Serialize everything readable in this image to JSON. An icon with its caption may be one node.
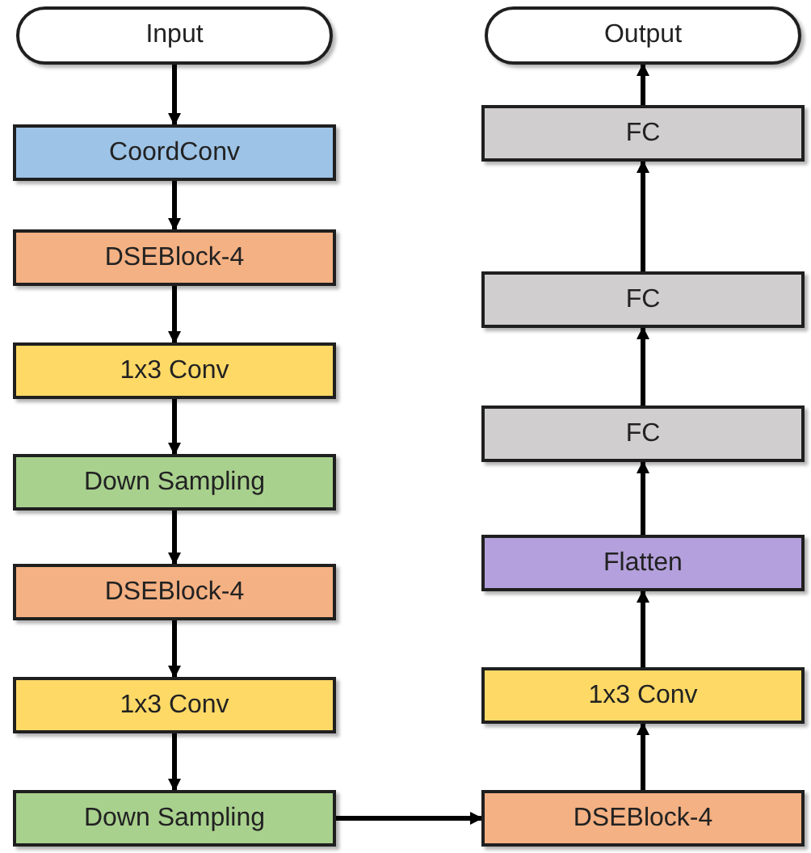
{
  "diagram": {
    "nodes": [
      {
        "text": [
          "Input"
        ]
      },
      {
        "text": [
          "CoordConv"
        ]
      },
      {
        "text": [
          "DSEBlock-4"
        ]
      },
      {
        "text": [
          "1x3 Conv"
        ]
      },
      {
        "text": [
          "Down Sampling"
        ]
      },
      {
        "text": [
          "DSEBlock-4"
        ]
      },
      {
        "text": [
          "1x3 Conv"
        ]
      },
      {
        "text": [
          "Down Sampling"
        ]
      },
      {
        "text": [
          "DSEBlock-4"
        ]
      },
      {
        "text": [
          "1x3 Conv"
        ]
      },
      {
        "text": [
          "Flatten"
        ]
      },
      {
        "text": [
          "FC"
        ]
      },
      {
        "text": [
          "FC"
        ]
      },
      {
        "text": [
          "FC"
        ]
      },
      {
        "text": [
          "Output"
        ]
      }
    ],
    "edges": [
      {
        "from": 0,
        "to": 1,
        "arrow": "to"
      },
      {
        "from": 1,
        "to": 2,
        "arrow": "to"
      },
      {
        "from": 2,
        "to": 3,
        "arrow": "to"
      },
      {
        "from": 3,
        "to": 4,
        "arrow": "to"
      },
      {
        "from": 4,
        "to": 5,
        "arrow": "to"
      },
      {
        "from": 5,
        "to": 6,
        "arrow": "to"
      },
      {
        "from": 6,
        "to": 7,
        "arrow": "to"
      },
      {
        "from": 7,
        "to": 8,
        "arrow": "to"
      },
      {
        "from": 8,
        "to": 9,
        "arrow": "to"
      },
      {
        "from": 9,
        "to": 10,
        "arrow": "to"
      },
      {
        "from": 10,
        "to": 11,
        "arrow": "to"
      },
      {
        "from": 11,
        "to": 12,
        "arrow": "to"
      },
      {
        "from": 12,
        "to": 13,
        "arrow": "to"
      },
      {
        "from": 13,
        "to": 14,
        "arrow": "to"
      }
    ]
  }
}
